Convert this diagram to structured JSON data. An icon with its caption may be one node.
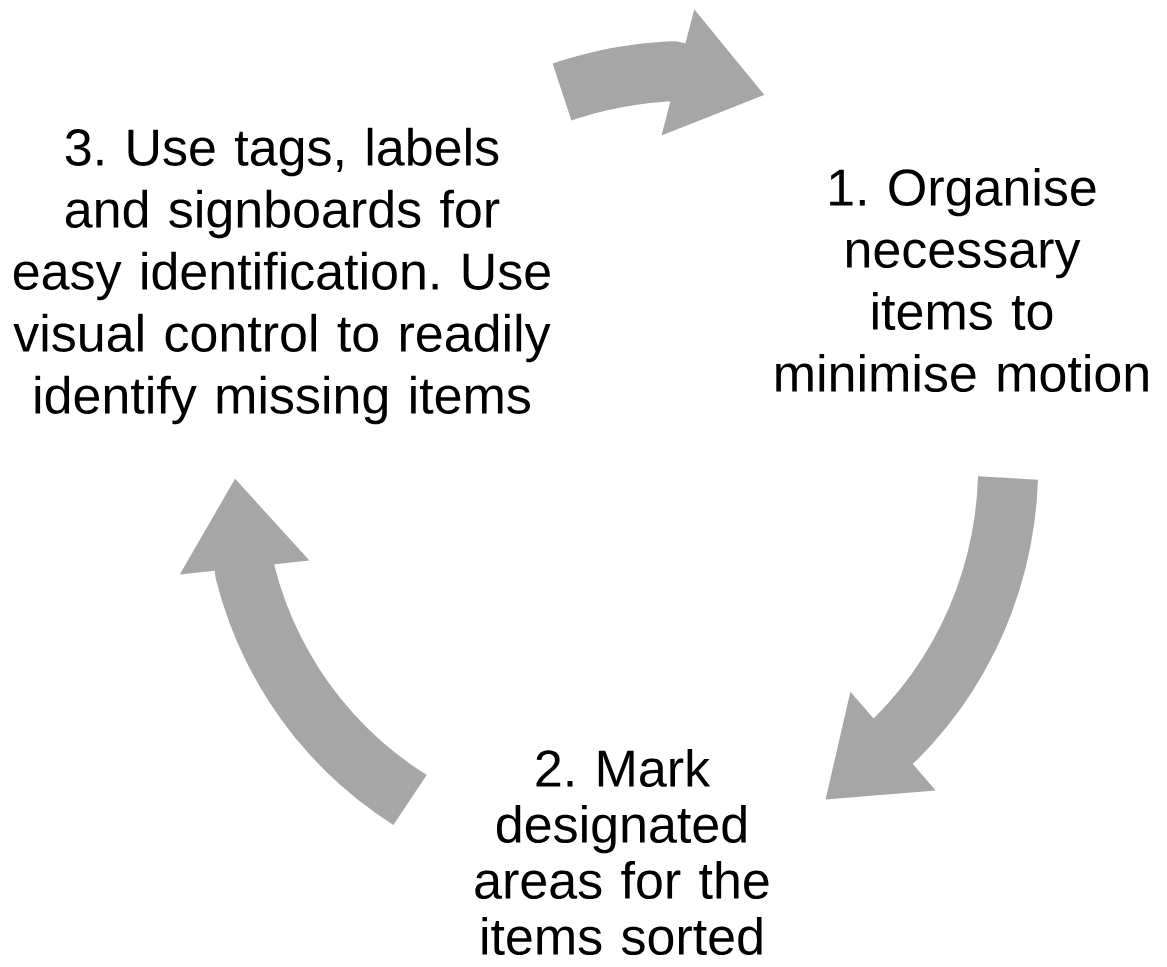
{
  "diagram": {
    "nodes": [
      {
        "text": [
          "1. Organise necessary items to minimise motion"
        ]
      },
      {
        "text": [
          "2. Mark designated areas for the items sorted"
        ]
      },
      {
        "text": [
          "3. Use tags, labels and signboards for easy identification. Use visual control to readily identify missing items"
        ]
      }
    ],
    "edges": [
      {
        "from": 2,
        "to": 0,
        "arrow": "to"
      },
      {
        "from": 0,
        "to": 1,
        "arrow": "to"
      },
      {
        "from": 1,
        "to": 2,
        "arrow": "to"
      }
    ]
  }
}
